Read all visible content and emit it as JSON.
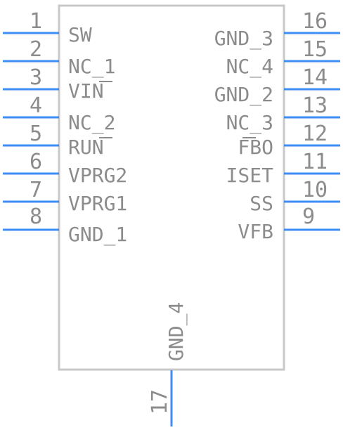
{
  "colors": {
    "pin_line": "#3f8ef5",
    "body_outline": "#c8c8c8",
    "text": "#8c8c8c",
    "background": "#ffffff"
  },
  "left_pins": [
    {
      "number": "1",
      "name": "SW"
    },
    {
      "number": "2",
      "name": "NC_1"
    },
    {
      "number": "3",
      "name": "VIN"
    },
    {
      "number": "4",
      "name": "NC_2"
    },
    {
      "number": "5",
      "name": "RUN"
    },
    {
      "number": "6",
      "name": "VPRG2"
    },
    {
      "number": "7",
      "name": "VPRG1"
    },
    {
      "number": "8",
      "name": "GND_1"
    }
  ],
  "right_pins": [
    {
      "number": "16",
      "name": "GND_3"
    },
    {
      "number": "15",
      "name": "NC_4"
    },
    {
      "number": "14",
      "name": "GND_2"
    },
    {
      "number": "13",
      "name": "NC_3"
    },
    {
      "number": "12",
      "name": "FBO"
    },
    {
      "number": "11",
      "name": "ISET"
    },
    {
      "number": "10",
      "name": "SS"
    },
    {
      "number": "9",
      "name": "VFB"
    }
  ],
  "bottom_pin": {
    "number": "17",
    "name": "GND_4"
  }
}
